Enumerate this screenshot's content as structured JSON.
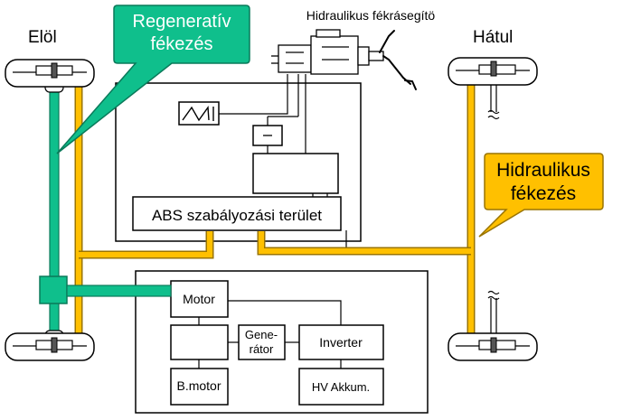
{
  "labels": {
    "front": "Elöl",
    "rear": "Hátul",
    "brake_booster": "Hidraulikus fékrásegítö",
    "regen_line1": "Regeneratív",
    "regen_line2": "fékezés",
    "hydraulic_line1": "Hidraulikus",
    "hydraulic_line2": "fékezés",
    "abs_area": "ABS szabályozási terület",
    "motor": "Motor",
    "generator_line1": "Gene-",
    "generator_line2": "rátor",
    "inverter": "Inverter",
    "b_motor": "B.motor",
    "hv_battery": "HV Akkum."
  },
  "colors": {
    "regenerative": "#0fbf8c",
    "regenerative_dark": "#0a7a5a",
    "hydraulic": "#ffc000",
    "hydraulic_dark": "#9a7400",
    "outline": "#000000"
  }
}
